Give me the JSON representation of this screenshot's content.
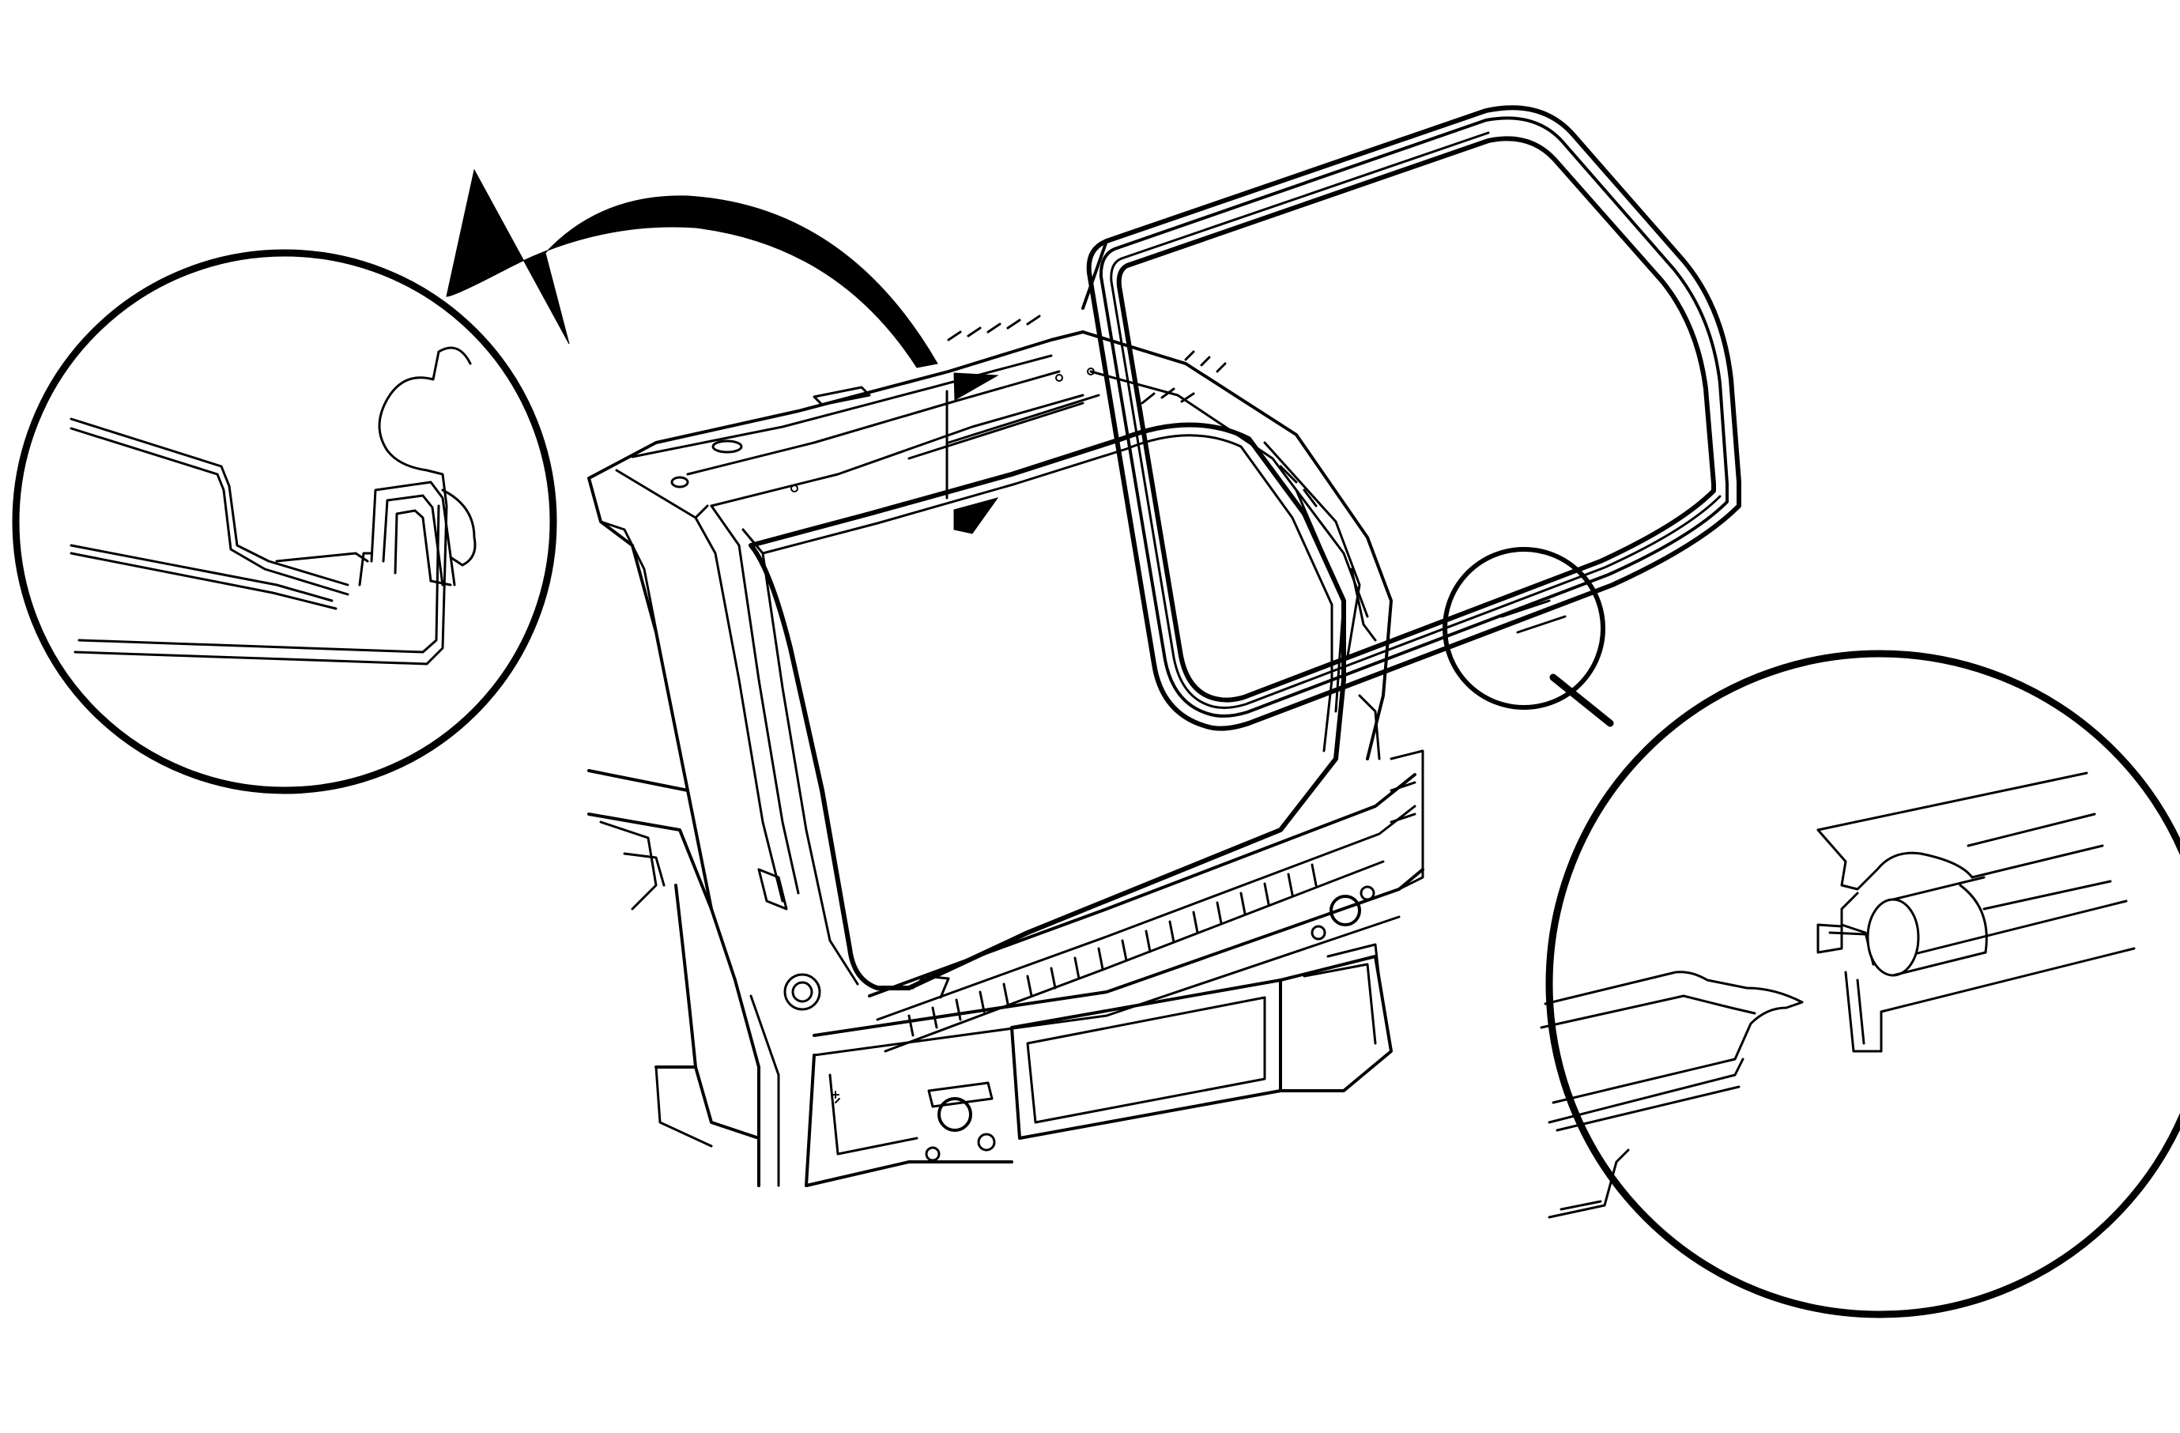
{
  "figure": {
    "type": "technical-line-drawing",
    "subject": "liftgate-weatherstrip-installation",
    "colors": {
      "line": "#000000",
      "background": "#ffffff"
    },
    "callouts": [
      {
        "id": "upper-detail",
        "icon": "zoom-circle-icon",
        "target": "weatherstrip-retainer-clip"
      },
      {
        "id": "lower-detail",
        "icon": "zoom-circle-icon",
        "target": "weatherstrip-end-joint"
      }
    ],
    "arrows": [
      {
        "id": "curved-direction-arrow",
        "icon": "curved-arrow-icon"
      },
      {
        "id": "section-arrow-upper",
        "icon": "triangle-pointer-icon"
      },
      {
        "id": "section-arrow-lower",
        "icon": "triangle-pointer-icon"
      }
    ]
  }
}
